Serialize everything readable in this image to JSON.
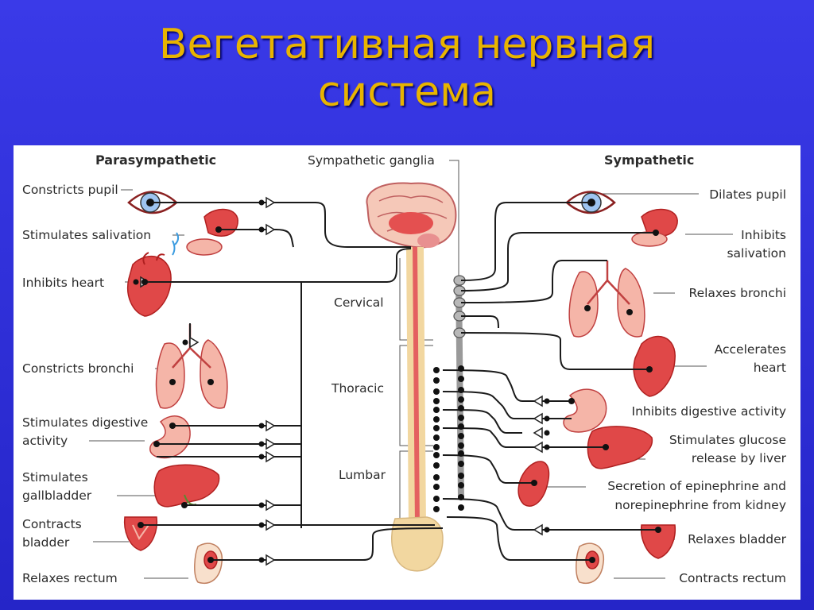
{
  "title": {
    "line1": "Вегетативная нервная",
    "line2": "система"
  },
  "diagram": {
    "parasympathetic_header": "Parasympathetic",
    "sympathetic_header": "Sympathetic",
    "ganglia_label": "Sympathetic ganglia",
    "sections": {
      "cervical": "Cervical",
      "thoracic": "Thoracic",
      "lumbar": "Lumbar"
    },
    "parasympathetic": [
      {
        "line1": "Constricts pupil",
        "line2": ""
      },
      {
        "line1": "Stimulates salivation",
        "line2": ""
      },
      {
        "line1": "Inhibits heart",
        "line2": ""
      },
      {
        "line1": "Constricts bronchi",
        "line2": ""
      },
      {
        "line1": "Stimulates digestive",
        "line2": "activity"
      },
      {
        "line1": "Stimulates",
        "line2": "gallbladder"
      },
      {
        "line1": "Contracts",
        "line2": "bladder"
      },
      {
        "line1": "Relaxes rectum",
        "line2": ""
      }
    ],
    "sympathetic": [
      {
        "line1": "Dilates pupil",
        "line2": ""
      },
      {
        "line1": "Inhibits",
        "line2": "salivation"
      },
      {
        "line1": "Relaxes bronchi",
        "line2": ""
      },
      {
        "line1": "Accelerates",
        "line2": "heart"
      },
      {
        "line1": "Inhibits digestive activity",
        "line2": ""
      },
      {
        "line1": "Stimulates glucose",
        "line2": "release by liver"
      },
      {
        "line1": "Secretion of epinephrine and",
        "line2": "norepinephrine from kidney"
      },
      {
        "line1": "Relaxes bladder",
        "line2": ""
      },
      {
        "line1": "Contracts rectum",
        "line2": ""
      }
    ]
  }
}
